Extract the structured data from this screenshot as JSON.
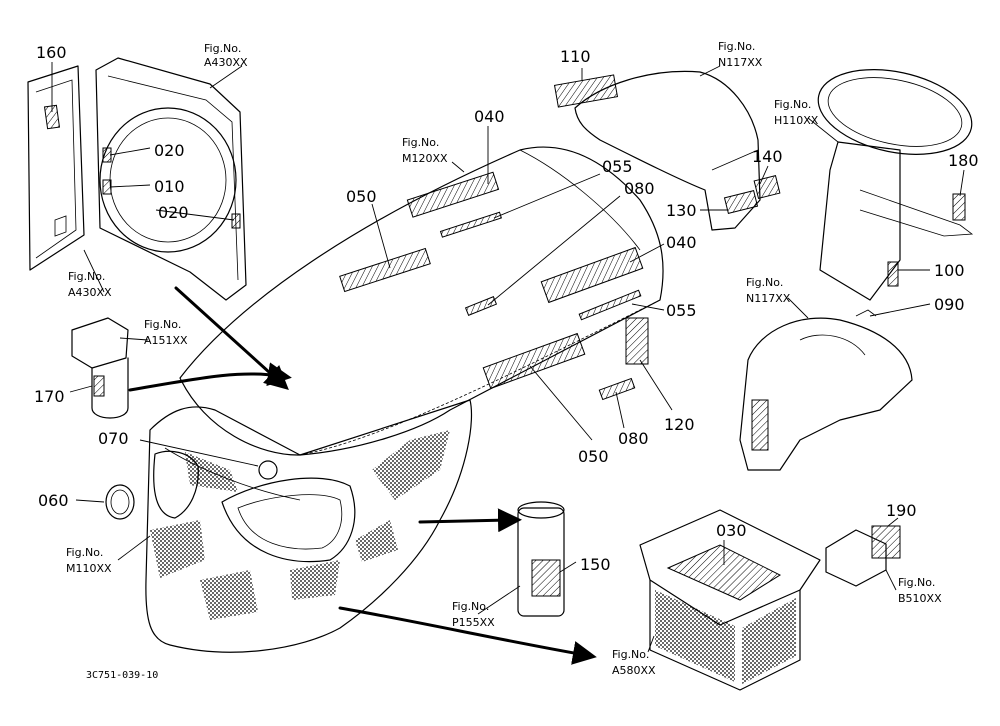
{
  "drawing_code": "3C751-039-10",
  "callouts": [
    {
      "id": "160",
      "text": "160"
    },
    {
      "id": "020a",
      "text": "020"
    },
    {
      "id": "010",
      "text": "010"
    },
    {
      "id": "020b",
      "text": "020"
    },
    {
      "id": "040a",
      "text": "040"
    },
    {
      "id": "050a",
      "text": "050"
    },
    {
      "id": "055a",
      "text": "055"
    },
    {
      "id": "080a",
      "text": "080"
    },
    {
      "id": "040b",
      "text": "040"
    },
    {
      "id": "055b",
      "text": "055"
    },
    {
      "id": "120",
      "text": "120"
    },
    {
      "id": "080b",
      "text": "080"
    },
    {
      "id": "050b",
      "text": "050"
    },
    {
      "id": "110",
      "text": "110"
    },
    {
      "id": "140",
      "text": "140"
    },
    {
      "id": "130",
      "text": "130"
    },
    {
      "id": "180",
      "text": "180"
    },
    {
      "id": "100",
      "text": "100"
    },
    {
      "id": "090",
      "text": "090"
    },
    {
      "id": "170",
      "text": "170"
    },
    {
      "id": "070",
      "text": "070"
    },
    {
      "id": "060",
      "text": "060"
    },
    {
      "id": "150",
      "text": "150"
    },
    {
      "id": "030",
      "text": "030"
    },
    {
      "id": "190",
      "text": "190"
    }
  ],
  "fig_refs": [
    {
      "id": "a430_top",
      "label": "Fig.No.",
      "code": "A430XX"
    },
    {
      "id": "a430_bottom",
      "label": "Fig.No.",
      "code": "A430XX"
    },
    {
      "id": "m120",
      "label": "Fig.No.",
      "code": "M120XX"
    },
    {
      "id": "n117_top",
      "label": "Fig.No.",
      "code": "N117XX"
    },
    {
      "id": "h110",
      "label": "Fig.No.",
      "code": "H110XX"
    },
    {
      "id": "n117_mid",
      "label": "Fig.No.",
      "code": "N117XX"
    },
    {
      "id": "a151",
      "label": "Fig.No.",
      "code": "A151XX"
    },
    {
      "id": "m110",
      "label": "Fig.No.",
      "code": "M110XX"
    },
    {
      "id": "p155",
      "label": "Fig.No.",
      "code": "P155XX"
    },
    {
      "id": "a580",
      "label": "Fig.No.",
      "code": "A580XX"
    },
    {
      "id": "b510",
      "label": "Fig.No.",
      "code": "B510XX"
    }
  ]
}
